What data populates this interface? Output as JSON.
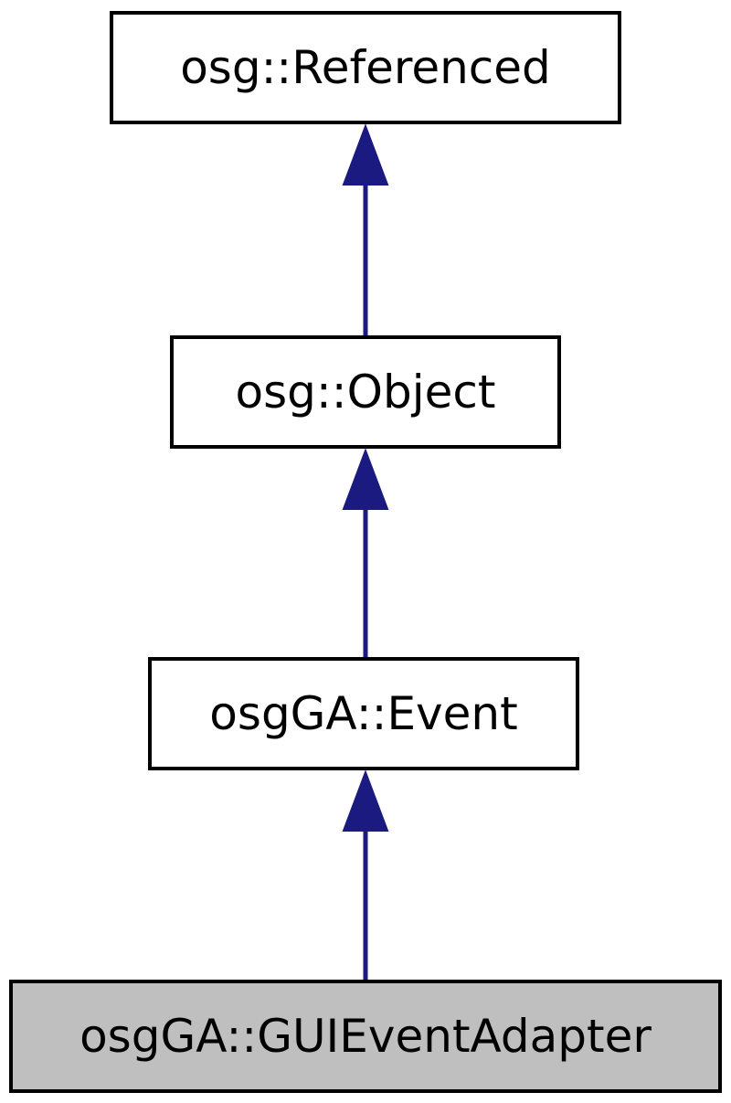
{
  "diagram": {
    "nodes": [
      {
        "id": "referenced",
        "label": "osg::Referenced",
        "highlighted": false
      },
      {
        "id": "object",
        "label": "osg::Object",
        "highlighted": false
      },
      {
        "id": "event",
        "label": "osgGA::Event",
        "highlighted": false
      },
      {
        "id": "gui",
        "label": "osgGA::GUIEventAdapter",
        "highlighted": true
      }
    ],
    "edges": [
      {
        "from": "object",
        "to": "referenced"
      },
      {
        "from": "event",
        "to": "object"
      },
      {
        "from": "gui",
        "to": "event"
      }
    ],
    "colors": {
      "edge": "#1a1a80",
      "node_fill": "#ffffff",
      "highlighted_fill": "#bfbfbf",
      "border": "#000000"
    }
  }
}
